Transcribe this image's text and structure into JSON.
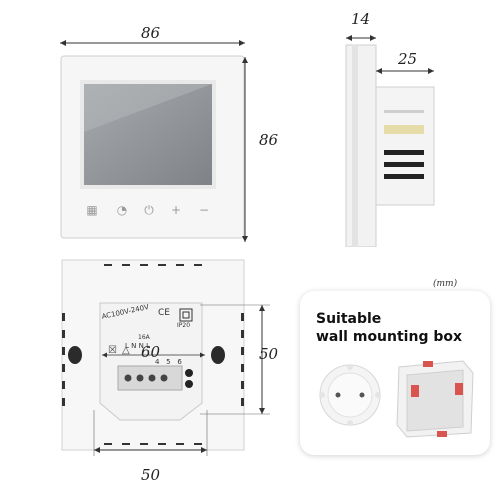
{
  "front_view": {
    "width_label": "86",
    "height_label": "86",
    "buttons": [
      "menu",
      "clock",
      "power",
      "+",
      "−"
    ]
  },
  "side_view": {
    "depth_front_label": "14",
    "depth_back_label": "25"
  },
  "back_view": {
    "voltage_text": "AC100V-240V",
    "current_text": "16A",
    "ip_text": "IP20",
    "terminal_labels": [
      "L",
      "N",
      "N",
      "L",
      "4",
      "5",
      "6"
    ],
    "module_width_label": "60",
    "box_height_label": "50",
    "box_width_label": "50"
  },
  "unit_label": "(mm)",
  "box_card": {
    "title_line1": "Suitable",
    "title_line2": "wall mounting box"
  },
  "colors": {
    "glass": "#f7f7f7",
    "lcd": "#8c8f93",
    "text": "#222222"
  }
}
